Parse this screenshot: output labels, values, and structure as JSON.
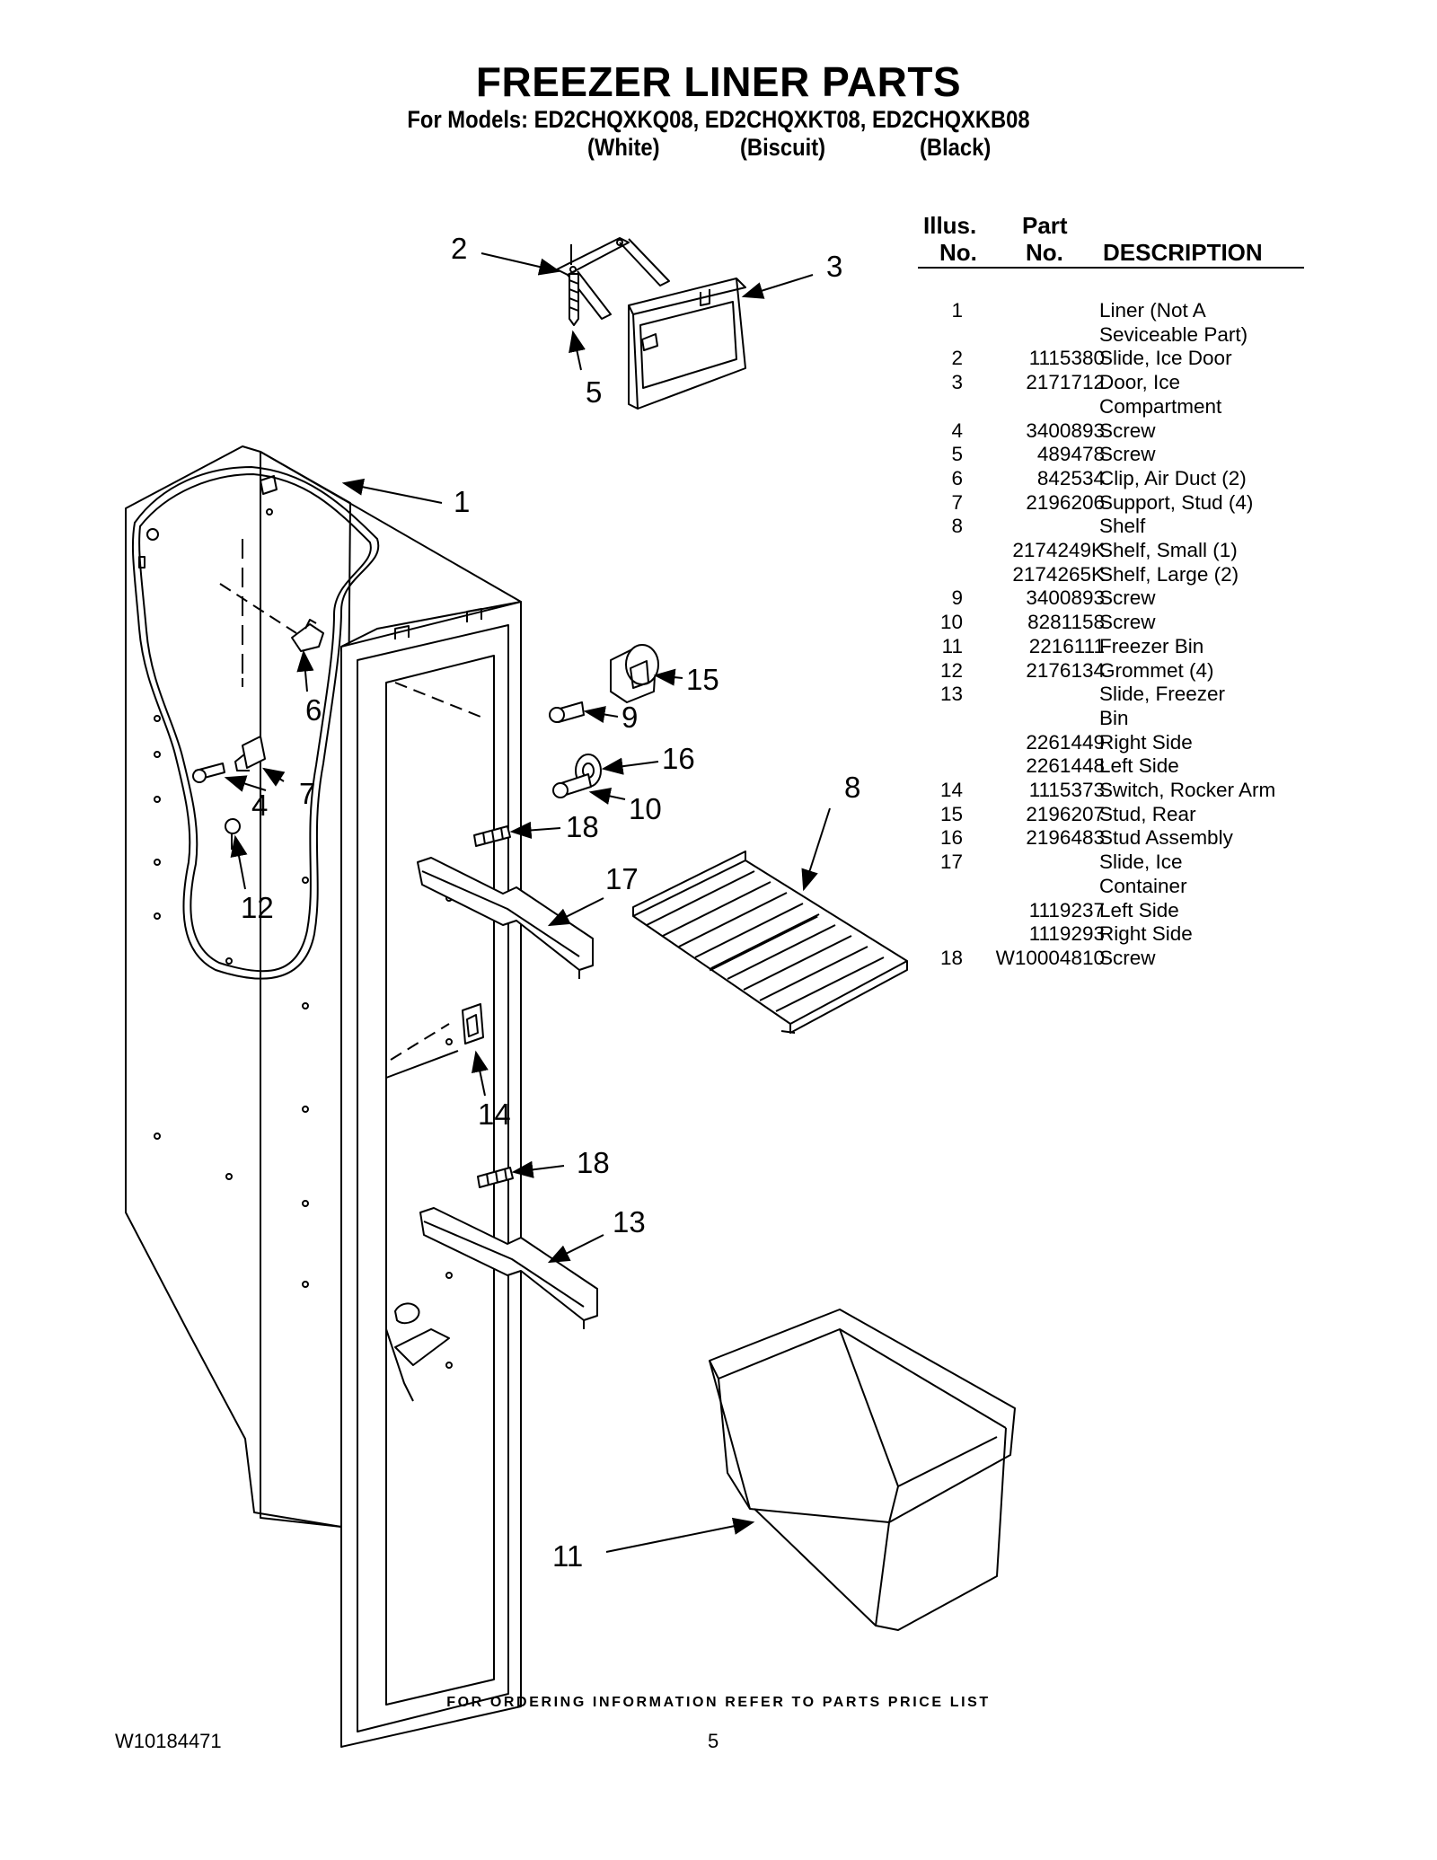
{
  "header": {
    "title": "FREEZER LINER PARTS",
    "models": "For Models: ED2CHQXKQ08, ED2CHQXKT08, ED2CHQXKB08",
    "colors": [
      "(White)",
      "(Biscuit)",
      "(Black)"
    ]
  },
  "table": {
    "col_illus_1": "Illus.",
    "col_illus_2": "No.",
    "col_part_1": "Part",
    "col_part_2": "No.",
    "col_desc": "DESCRIPTION",
    "rows": [
      {
        "no": "1",
        "part": "",
        "desc": "Liner (Not A"
      },
      {
        "no": "",
        "part": "",
        "desc": "Seviceable Part)"
      },
      {
        "no": "2",
        "part": "1115380",
        "desc": "Slide, Ice Door"
      },
      {
        "no": "3",
        "part": "2171712",
        "desc": "Door, Ice"
      },
      {
        "no": "",
        "part": "",
        "desc": "Compartment"
      },
      {
        "no": "4",
        "part": "3400893",
        "desc": "Screw"
      },
      {
        "no": "5",
        "part": "489478",
        "desc": "Screw"
      },
      {
        "no": "6",
        "part": "842534",
        "desc": "Clip, Air Duct (2)"
      },
      {
        "no": "7",
        "part": "2196206",
        "desc": "Support, Stud (4)"
      },
      {
        "no": "8",
        "part": "",
        "desc": "Shelf"
      },
      {
        "no": "",
        "part": "2174249K",
        "desc": "Shelf, Small (1)"
      },
      {
        "no": "",
        "part": "2174265K",
        "desc": "Shelf, Large (2)"
      },
      {
        "no": "9",
        "part": "3400893",
        "desc": "Screw"
      },
      {
        "no": "10",
        "part": "8281158",
        "desc": "Screw"
      },
      {
        "no": "11",
        "part": "2216111",
        "desc": "Freezer Bin"
      },
      {
        "no": "12",
        "part": "2176134",
        "desc": "Grommet (4)"
      },
      {
        "no": "13",
        "part": "",
        "desc": "Slide, Freezer"
      },
      {
        "no": "",
        "part": "",
        "desc": "Bin"
      },
      {
        "no": "",
        "part": "2261449",
        "desc": "Right Side"
      },
      {
        "no": "",
        "part": "2261448",
        "desc": "Left Side"
      },
      {
        "no": "14",
        "part": "1115373",
        "desc": "Switch, Rocker Arm"
      },
      {
        "no": "15",
        "part": "2196207",
        "desc": "Stud, Rear"
      },
      {
        "no": "16",
        "part": "2196483",
        "desc": "Stud Assembly"
      },
      {
        "no": "17",
        "part": "",
        "desc": "Slide, Ice"
      },
      {
        "no": "",
        "part": "",
        "desc": "Container"
      },
      {
        "no": "",
        "part": "1119237",
        "desc": "Left Side"
      },
      {
        "no": "",
        "part": "1119293",
        "desc": "Right Side"
      },
      {
        "no": "18",
        "part": "W10004810",
        "desc": "Screw"
      }
    ]
  },
  "callouts": {
    "c1": "1",
    "c2": "2",
    "c3": "3",
    "c4": "4",
    "c5": "5",
    "c6": "6",
    "c7": "7",
    "c8": "8",
    "c9": "9",
    "c10": "10",
    "c11": "11",
    "c12": "12",
    "c13": "13",
    "c14": "14",
    "c15": "15",
    "c16": "16",
    "c17": "17",
    "c18a": "18",
    "c18b": "18"
  },
  "footer": {
    "ordering": "FOR ORDERING INFORMATION REFER TO PARTS PRICE LIST",
    "doc_number": "W10184471",
    "page": "5"
  }
}
